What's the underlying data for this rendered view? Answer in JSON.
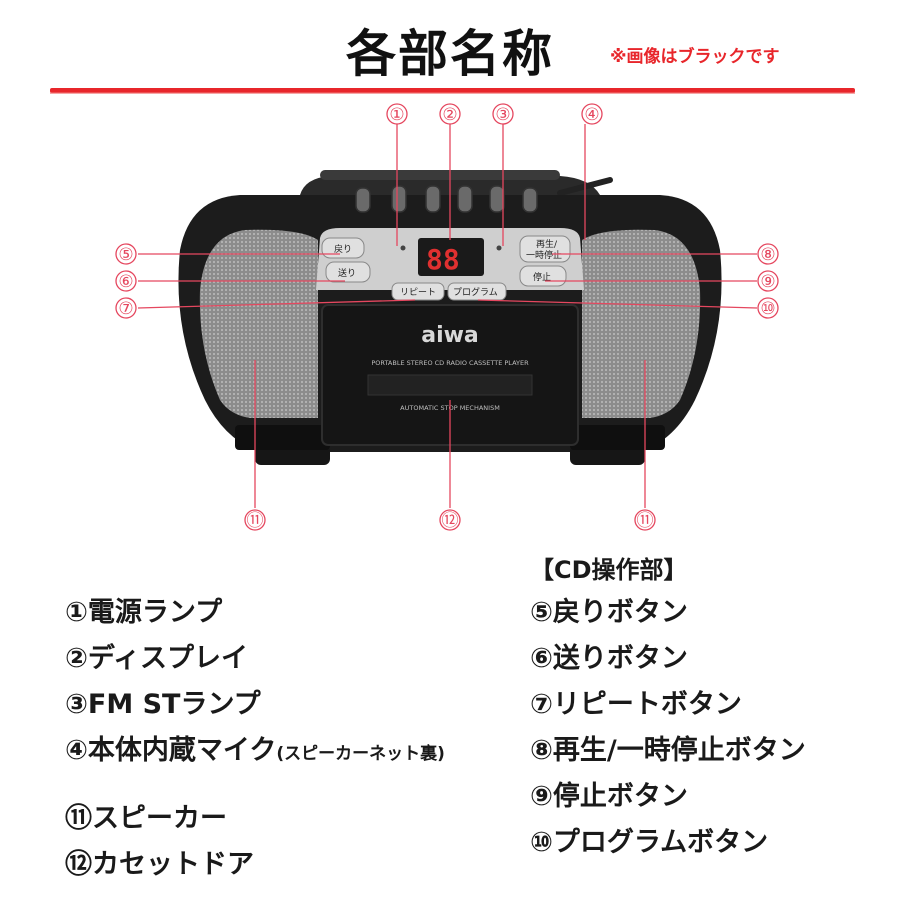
{
  "header": {
    "title": "各部名称",
    "note": "※画像はブラックです"
  },
  "colors": {
    "accent": "#e8262b",
    "callout": "#e5475f",
    "body": "#1c1c1c",
    "grille": "#9a9a9a",
    "panel": "#cfcfcf"
  },
  "device": {
    "brand": "aiwa",
    "model_text": "PORTABLE STEREO CD RADIO CASSETTE PLAYER",
    "mechanism_text": "AUTOMATIC STOP MECHANISM",
    "display_text": "88",
    "buttons": {
      "back": "戻り",
      "forward": "送り",
      "repeat": "リピート",
      "program": "プログラム",
      "play_pause_1": "再生/",
      "play_pause_2": "一時停止",
      "stop": "停止"
    }
  },
  "callouts": [
    "①",
    "②",
    "③",
    "④",
    "⑤",
    "⑥",
    "⑦",
    "⑧",
    "⑨",
    "⑩",
    "⑪",
    "⑫"
  ],
  "parts_left": [
    {
      "num": "①",
      "label": "電源ランプ",
      "note": ""
    },
    {
      "num": "②",
      "label": "ディスプレイ",
      "note": ""
    },
    {
      "num": "③",
      "label": "FM STランプ",
      "note": ""
    },
    {
      "num": "④",
      "label": "本体内蔵マイク",
      "note": "(スピーカーネット裏)"
    }
  ],
  "parts_left_bottom": [
    {
      "num": "⑪",
      "label": "スピーカー"
    },
    {
      "num": "⑫",
      "label": "カセットドア"
    }
  ],
  "cd_section": {
    "heading": "【CD操作部】",
    "items": [
      {
        "num": "⑤",
        "label": "戻りボタン"
      },
      {
        "num": "⑥",
        "label": "送りボタン"
      },
      {
        "num": "⑦",
        "label": "リピートボタン"
      },
      {
        "num": "⑧",
        "label": "再生/一時停止ボタン"
      },
      {
        "num": "⑨",
        "label": "停止ボタン"
      },
      {
        "num": "⑩",
        "label": "プログラムボタン"
      }
    ]
  }
}
